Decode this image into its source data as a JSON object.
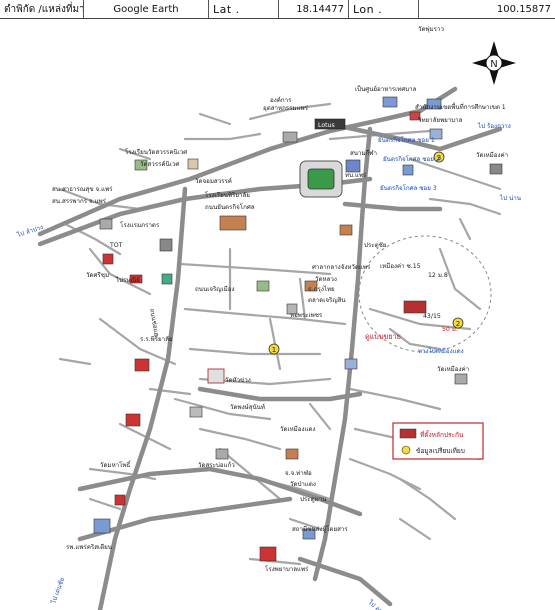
{
  "header": {
    "location_label": "ตำพิกัด /แหล่งที่มา",
    "source": "Google Earth",
    "lat_label": "Lat .",
    "lat_value": "18.14477",
    "lon_label": "Lon .",
    "lon_value": "100.15877"
  },
  "map": {
    "labels": {
      "wat_phra_bat": "วัดพุ่มราว",
      "municipal": "เป็นศูนย์อาหารเทศบาล",
      "education_office": "สำนักงานเขตพื้นที่การศึกษาเขต 1",
      "nursing_college": "วิทยาลัยพยาบาล",
      "org_office": "องค์การ",
      "industry": "อุตสาหกรรมแพร่",
      "lotus": "Lotus",
      "stadium_label": "สนามกีฬา",
      "soi1": "ยันตรกิจโกศล ซอย 1",
      "soi2": "ยันตรกิจโกศล ซอย 2",
      "soi3": "ยันตรกิจโกศล ซอย 3",
      "to_phrae": "ไป ร้องกวาง",
      "school_phrae_rat": "โรงเรียนวัดสวรรคนิเวศ",
      "wat_suwan": "วัดสวรรค์นิเวศ",
      "wat_chom": "วัดจอมสวรรค์",
      "school_hotel": "ทบ.แพร่",
      "hospital_health": "สน.สาธารณสุข จ.แพร่",
      "phrae_post": "สน.สรรพากร จ.แพร่",
      "to_lampang": "ไป ลำปาง",
      "tot": "TOT",
      "wat_si_chum": "วัดศรีชุม",
      "phrae_hotel": "โรงแรมภราดร",
      "phrae_school": "โรงเรียนพิริยาลัย",
      "road_main": "ถนนยันตรกิจโกศล",
      "cheng_road": "ถนนเจริญเมือง",
      "chor_road": "ถนนช่อแฮ",
      "thai_post": "ไปรษณีย์",
      "hot_spring": "ศาลากลางจังหวัดแพร่",
      "wat_luang": "วัดหลวง",
      "phrae_bank": "ธ.กรุงไทย",
      "market": "ตลาดเจริญสิน",
      "wat_hua_kuang": "วัดหัวข่วง",
      "wat_phong_sunan": "วัดพงษ์สุนันท์",
      "wat_mueang": "วัดเหมืองแดง",
      "wat_sra_bo_kaew": "วัดสระบ่อแก้ว",
      "wat_mong": "วัดมหาโพธิ์",
      "hospital": "รพ.แพร่คริสเตียน",
      "phrae_hospital": "โรงพยาบาลแพร่",
      "bus_station": "สถานีขนส่งผู้โดยสาร",
      "to_den_chai": "ไป เด่นชัย",
      "to_uttaradit": "ไป อุตรดิตถ์",
      "to_nan": "ไป น่าน",
      "expand_label": "ดูแบบขยาย",
      "site_num": "43/15",
      "road_num": "12 ม.8",
      "soi_15": "เหมืองค่า ซ.15",
      "distance": "50 ม.",
      "near": "ทางไปเหมืองแดง",
      "chapel": "หอพระเพชร",
      "city_gate": "ประตูชัย",
      "wat_kham": "วัดเหมืองค่า",
      "jj": "จ.จ.ท่าฬอ",
      "wat_pa": "วัดป่าแดง",
      "kuang": "ประตูมาน",
      "rs_phrae": "ร.ร.พิริยาลัย"
    },
    "north_symbol": "N"
  },
  "legend": {
    "site_label": "ที่ตั้งหลักประกัน",
    "point_label": "ข้อมูลเปรียบเทียบ"
  },
  "colors": {
    "road": "#9a9a9a",
    "road_major": "#8a8a8a",
    "text": "#222222",
    "accent_red": "#b72a2a",
    "accent_blue": "#1a4cc0",
    "site_fill": "#b73030",
    "point_fill": "#f3dc3c"
  }
}
